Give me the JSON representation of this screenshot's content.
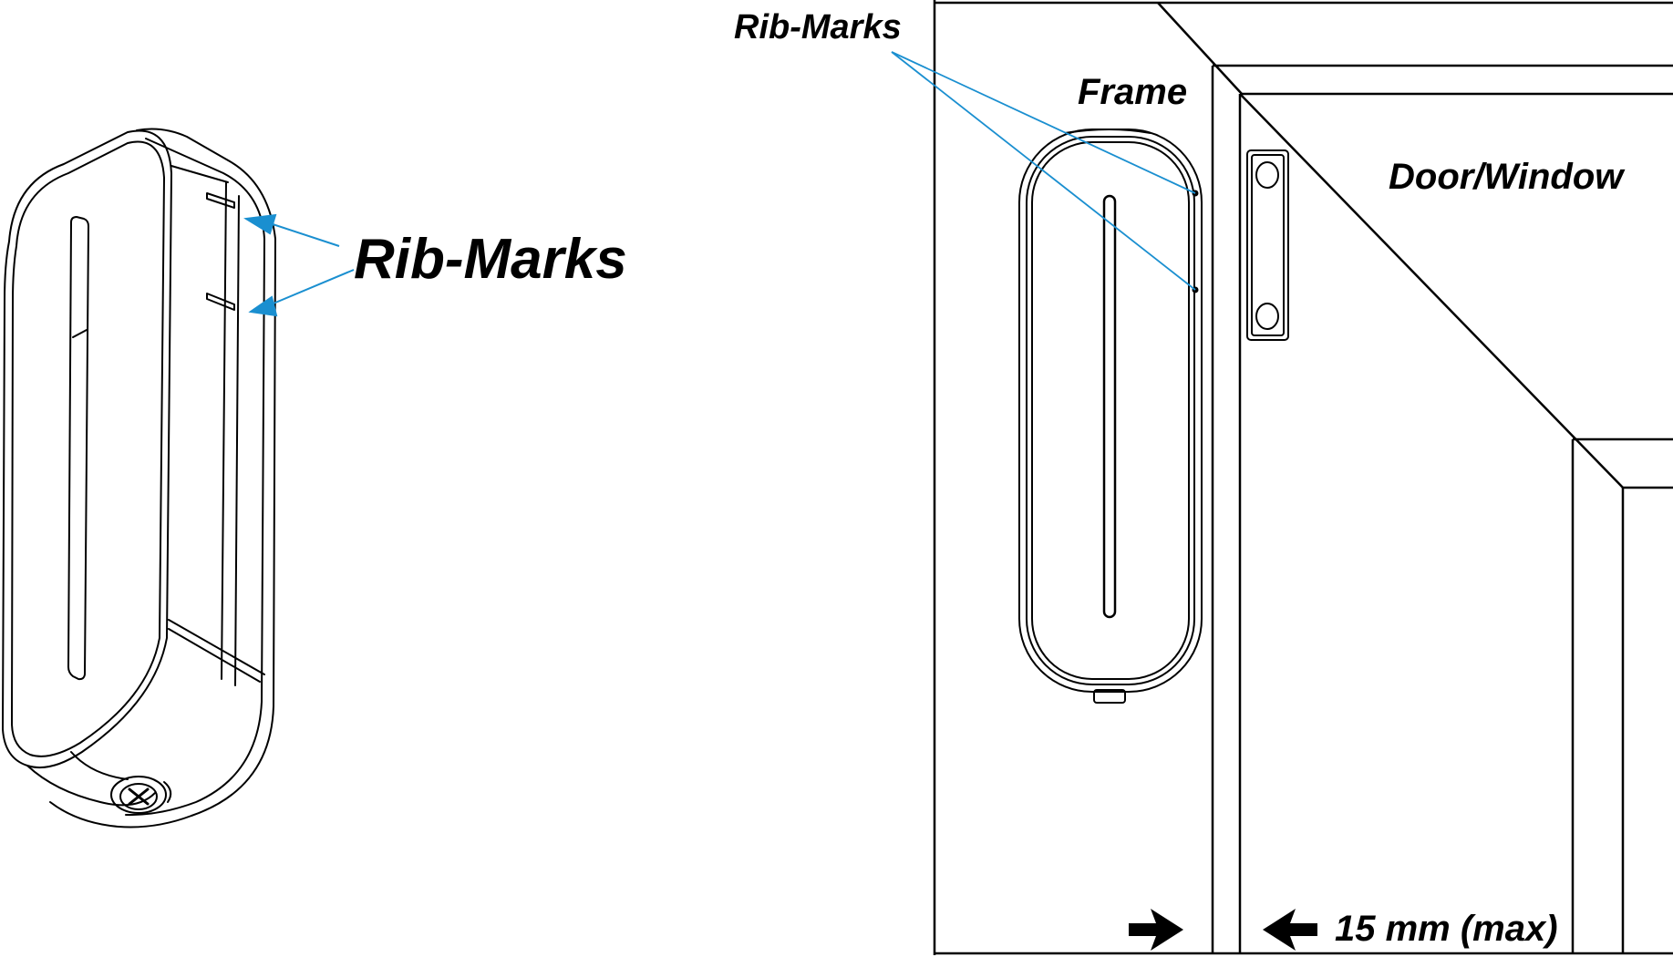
{
  "labels": {
    "rib_marks_large": "Rib-Marks",
    "rib_marks_small": "Rib-Marks",
    "frame": "Frame",
    "door_window": "Door/Window",
    "gap_max": "15 mm (max)"
  },
  "colors": {
    "line": "#000000",
    "callout": "#1a8fd0",
    "background": "#ffffff"
  }
}
